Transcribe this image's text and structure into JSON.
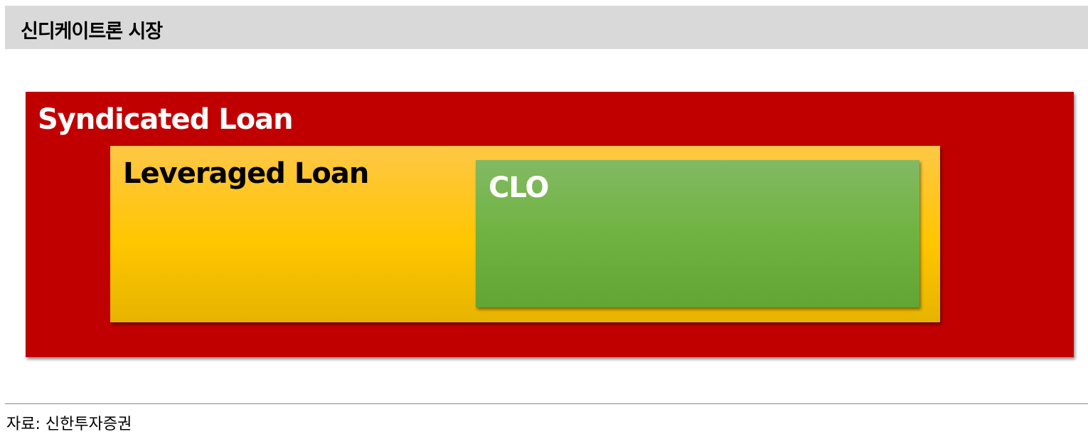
{
  "header": {
    "title": "신디케이트론 시장"
  },
  "diagram": {
    "syndicated": {
      "label": "Syndicated Loan",
      "color": "#c00000"
    },
    "leveraged": {
      "label": "Leveraged Loan",
      "color": "#ffc000"
    },
    "clo": {
      "label": "CLO",
      "color": "#70ad47"
    }
  },
  "footer": {
    "source": "자료: 신한투자증권"
  }
}
